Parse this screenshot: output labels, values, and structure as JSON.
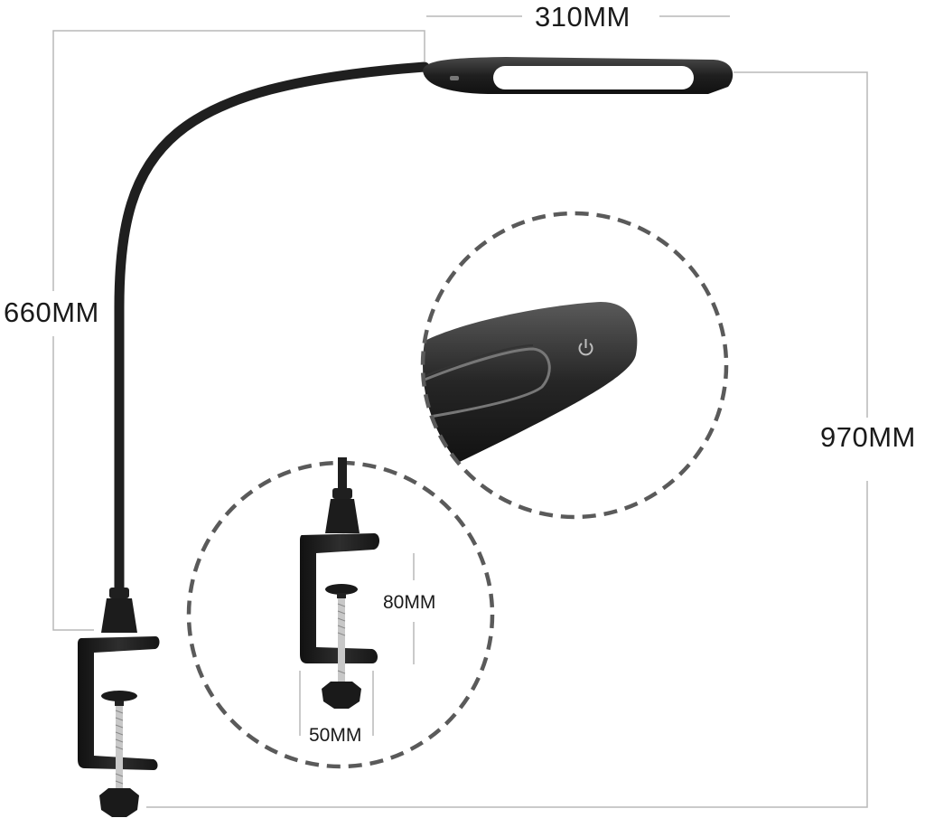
{
  "dimensions": {
    "head_width": "310MM",
    "arm_height": "660MM",
    "total_height": "970MM",
    "clamp_opening": "80MM",
    "clamp_depth": "50MM"
  },
  "colors": {
    "lamp_body": "#1f1f1f",
    "lamp_highlight": "#4a4a4a",
    "light_panel": "#ffffff",
    "dimension_line": "#b8b8b8",
    "dashed_circle": "#5a5a5a",
    "label_text": "#1a1a1a"
  },
  "icons": {
    "power": "power-icon"
  }
}
